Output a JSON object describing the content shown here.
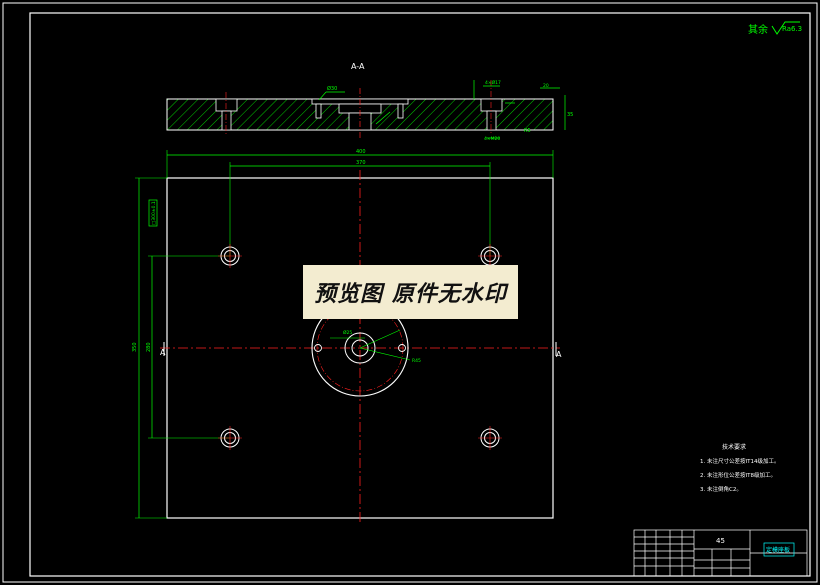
{
  "drawing": {
    "section_label": "A-A",
    "roughness_note_prefix": "其余",
    "roughness_value": "Ra6.3",
    "section_mark_left": "A",
    "section_mark_right": "A",
    "dim_overall_width": "400",
    "dim_hole_spacing_x": "370",
    "dim_overall_height": "350",
    "dim_hole_spacing_y": "280",
    "dim_side_tolerance": "□300±0.1",
    "dim_center_bore": "Ø25",
    "dim_pcd": "R45",
    "dim_counterbore_left": "Ø30",
    "dim_top_right_a": "4×Ø17",
    "dim_top_right_b": "4×M20",
    "dim_plate_thick": "35",
    "dim_right_edge": "20",
    "dim_slot": "R5"
  },
  "tech_notes": {
    "title": "技术要求",
    "items": [
      "1. 未注尺寸公差按IT14级加工。",
      "2. 未注形位公差按IT8级加工。",
      "3. 未注倒角C2。"
    ]
  },
  "title_block": {
    "material": "45",
    "drawing_name": "定模座板"
  },
  "watermark": {
    "text": "预览图 原件无水印"
  },
  "colors": {
    "background": "#000000",
    "outline": "#ffffff",
    "dimension": "#00ff00",
    "centerline": "#ff2020",
    "hatch": "#00ff00",
    "section_arrow": "#ffff00"
  }
}
